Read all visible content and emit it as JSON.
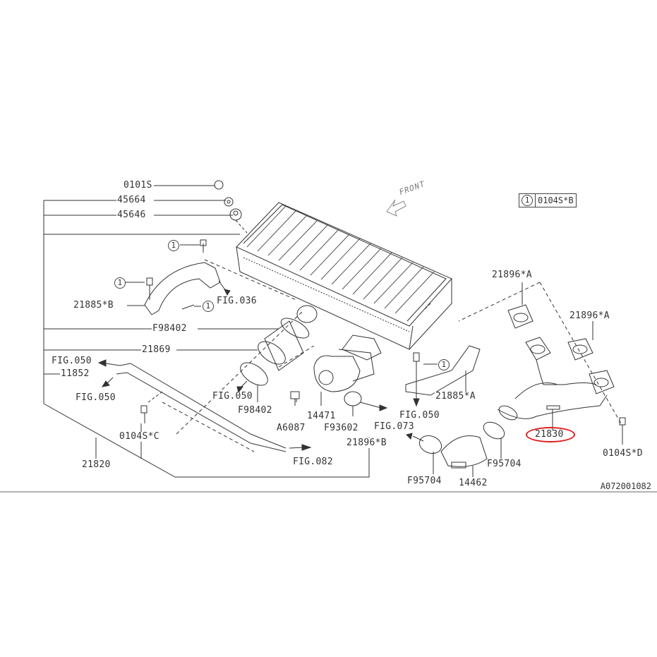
{
  "diagram": {
    "type": "exploded parts diagram",
    "subject": "Intercooler and turbo pipe assembly",
    "diagram_code": "A072001082",
    "orientation_label": "FRONT",
    "highlight": {
      "part_number": "21830",
      "color": "#e01c1c"
    },
    "legend": {
      "symbol": "1",
      "part_number": "0104S*B"
    }
  },
  "callouts": {
    "p0101S": "0101S",
    "p45664": "45664",
    "p45646": "45646",
    "c1_top": "1",
    "c1_left": "1",
    "c1_bracket": "1",
    "c1_right": "1",
    "p21885B": "21885*B",
    "fig036": "FIG.036",
    "pF98402_left": "F98402",
    "p21869": "21869",
    "fig050_tl": "FIG.050",
    "p11852": "11852",
    "fig050_ml": "FIG.050",
    "p0104SC": "0104S*C",
    "p21820": "21820",
    "fig050_mid": "FIG.050",
    "pF98402_mid": "F98402",
    "p14471": "14471",
    "pA6087": "A6087",
    "pF93602": "F93602",
    "fig082": "FIG.082",
    "p21896B": "21896*B",
    "fig050_right": "FIG.050",
    "fig073": "FIG.073",
    "p21885A": "21885*A",
    "p21896A_1": "21896*A",
    "p21896A_2": "21896*A",
    "p21830": "21830",
    "p0104SD": "0104S*D",
    "pF95704_1": "F95704",
    "pF95704_2": "F95704",
    "p14462": "14462"
  }
}
